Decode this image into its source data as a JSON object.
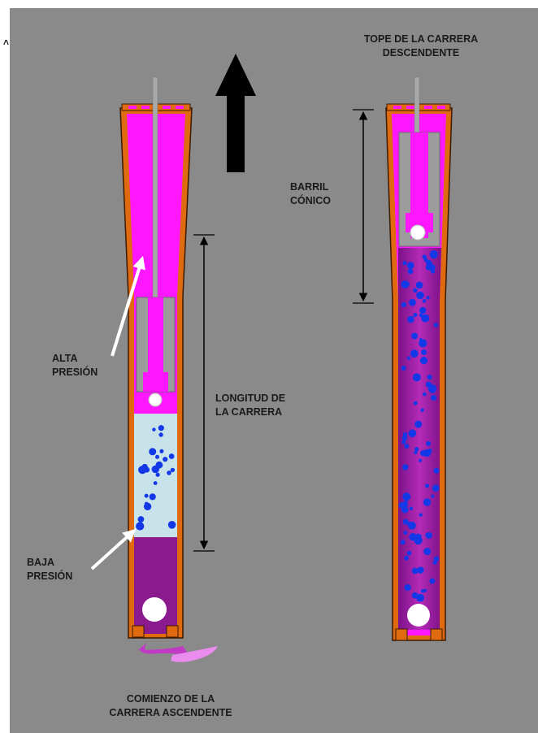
{
  "labels": {
    "top_downstroke": "TOPE DE LA CARRERA\nDESCENDENTE",
    "tapered_barrel": "BARRIL\nCÓNICO",
    "high_pressure": "ALTA\nPRESIÓN",
    "stroke_length": "LONGITUD DE\nLA CARRERA",
    "low_pressure": "BAJA\nPRESIÓN",
    "upstroke_start": "COMIENZO DE LA\nCARRERA ASCENDENTE",
    "corner_mark": "˄"
  },
  "colors": {
    "background": "#8a8a8a",
    "barrel_wall": "#e06a10",
    "high_pressure_fluid": "#ff17ff",
    "low_pressure_fluid": "#c8e2ea",
    "mixed_fluid": "#a01aa6",
    "lower_chamber": "#8b1a8e",
    "plunger": "#9c9c9c",
    "bubbles": "#1238e8",
    "ball": "#ffffff"
  },
  "icons": {
    "up_arrow": "up-arrow-icon",
    "rotation_arrow": "rotation-arrow-icon"
  }
}
